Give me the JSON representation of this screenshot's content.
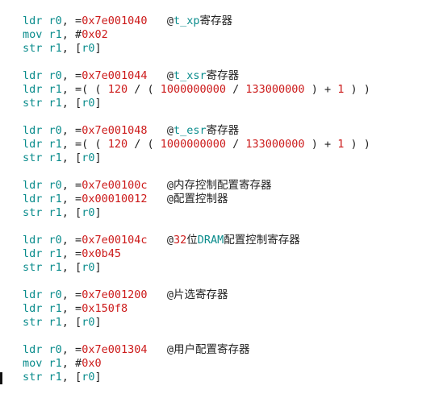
{
  "colors": {
    "keyword": "#0a8c8c",
    "register": "#0a8c8c",
    "number": "#cc1a1a",
    "text": "#222222",
    "background": "#ffffff"
  },
  "lines": [
    [
      {
        "t": "kw",
        "v": "ldr"
      },
      {
        "t": "plain",
        "v": " "
      },
      {
        "t": "reg",
        "v": "r0"
      },
      {
        "t": "plain",
        "v": ", ="
      },
      {
        "t": "num",
        "v": "0x7e001040"
      },
      {
        "t": "plain",
        "v": "   "
      },
      {
        "t": "comment",
        "v": "@"
      },
      {
        "t": "commentid",
        "v": "t_xp"
      },
      {
        "t": "comment",
        "v": "寄存器"
      }
    ],
    [
      {
        "t": "kw",
        "v": "mov"
      },
      {
        "t": "plain",
        "v": " "
      },
      {
        "t": "reg",
        "v": "r1"
      },
      {
        "t": "plain",
        "v": ", #"
      },
      {
        "t": "num",
        "v": "0x02"
      }
    ],
    [
      {
        "t": "kw",
        "v": "str"
      },
      {
        "t": "plain",
        "v": " "
      },
      {
        "t": "reg",
        "v": "r1"
      },
      {
        "t": "plain",
        "v": ", ["
      },
      {
        "t": "reg",
        "v": "r0"
      },
      {
        "t": "plain",
        "v": "]"
      }
    ],
    [],
    [
      {
        "t": "kw",
        "v": "ldr"
      },
      {
        "t": "plain",
        "v": " "
      },
      {
        "t": "reg",
        "v": "r0"
      },
      {
        "t": "plain",
        "v": ", ="
      },
      {
        "t": "num",
        "v": "0x7e001044"
      },
      {
        "t": "plain",
        "v": "   "
      },
      {
        "t": "comment",
        "v": "@"
      },
      {
        "t": "commentid",
        "v": "t_xsr"
      },
      {
        "t": "comment",
        "v": "寄存器"
      }
    ],
    [
      {
        "t": "kw",
        "v": "ldr"
      },
      {
        "t": "plain",
        "v": " "
      },
      {
        "t": "reg",
        "v": "r1"
      },
      {
        "t": "plain",
        "v": ", =( ( "
      },
      {
        "t": "num",
        "v": "120"
      },
      {
        "t": "plain",
        "v": " / ( "
      },
      {
        "t": "num",
        "v": "1000000000"
      },
      {
        "t": "plain",
        "v": " / "
      },
      {
        "t": "num",
        "v": "133000000"
      },
      {
        "t": "plain",
        "v": " ) + "
      },
      {
        "t": "num",
        "v": "1"
      },
      {
        "t": "plain",
        "v": " ) )"
      }
    ],
    [
      {
        "t": "kw",
        "v": "str"
      },
      {
        "t": "plain",
        "v": " "
      },
      {
        "t": "reg",
        "v": "r1"
      },
      {
        "t": "plain",
        "v": ", ["
      },
      {
        "t": "reg",
        "v": "r0"
      },
      {
        "t": "plain",
        "v": "]"
      }
    ],
    [],
    [
      {
        "t": "kw",
        "v": "ldr"
      },
      {
        "t": "plain",
        "v": " "
      },
      {
        "t": "reg",
        "v": "r0"
      },
      {
        "t": "plain",
        "v": ", ="
      },
      {
        "t": "num",
        "v": "0x7e001048"
      },
      {
        "t": "plain",
        "v": "   "
      },
      {
        "t": "comment",
        "v": "@"
      },
      {
        "t": "commentid",
        "v": "t_esr"
      },
      {
        "t": "comment",
        "v": "寄存器"
      }
    ],
    [
      {
        "t": "kw",
        "v": "ldr"
      },
      {
        "t": "plain",
        "v": " "
      },
      {
        "t": "reg",
        "v": "r1"
      },
      {
        "t": "plain",
        "v": ", =( ( "
      },
      {
        "t": "num",
        "v": "120"
      },
      {
        "t": "plain",
        "v": " / ( "
      },
      {
        "t": "num",
        "v": "1000000000"
      },
      {
        "t": "plain",
        "v": " / "
      },
      {
        "t": "num",
        "v": "133000000"
      },
      {
        "t": "plain",
        "v": " ) + "
      },
      {
        "t": "num",
        "v": "1"
      },
      {
        "t": "plain",
        "v": " ) )"
      }
    ],
    [
      {
        "t": "kw",
        "v": "str"
      },
      {
        "t": "plain",
        "v": " "
      },
      {
        "t": "reg",
        "v": "r1"
      },
      {
        "t": "plain",
        "v": ", ["
      },
      {
        "t": "reg",
        "v": "r0"
      },
      {
        "t": "plain",
        "v": "]"
      }
    ],
    [],
    [
      {
        "t": "kw",
        "v": "ldr"
      },
      {
        "t": "plain",
        "v": " "
      },
      {
        "t": "reg",
        "v": "r0"
      },
      {
        "t": "plain",
        "v": ", ="
      },
      {
        "t": "num",
        "v": "0x7e00100c"
      },
      {
        "t": "plain",
        "v": "   "
      },
      {
        "t": "comment",
        "v": "@内存控制配置寄存器"
      }
    ],
    [
      {
        "t": "kw",
        "v": "ldr"
      },
      {
        "t": "plain",
        "v": " "
      },
      {
        "t": "reg",
        "v": "r1"
      },
      {
        "t": "plain",
        "v": ", ="
      },
      {
        "t": "num",
        "v": "0x00010012"
      },
      {
        "t": "plain",
        "v": "   "
      },
      {
        "t": "comment",
        "v": "@配置控制器"
      }
    ],
    [
      {
        "t": "kw",
        "v": "str"
      },
      {
        "t": "plain",
        "v": " "
      },
      {
        "t": "reg",
        "v": "r1"
      },
      {
        "t": "plain",
        "v": ", ["
      },
      {
        "t": "reg",
        "v": "r0"
      },
      {
        "t": "plain",
        "v": "]"
      }
    ],
    [],
    [
      {
        "t": "kw",
        "v": "ldr"
      },
      {
        "t": "plain",
        "v": " "
      },
      {
        "t": "reg",
        "v": "r0"
      },
      {
        "t": "plain",
        "v": ", ="
      },
      {
        "t": "num",
        "v": "0x7e00104c"
      },
      {
        "t": "plain",
        "v": "   "
      },
      {
        "t": "comment",
        "v": "@"
      },
      {
        "t": "num",
        "v": "32"
      },
      {
        "t": "comment",
        "v": "位"
      },
      {
        "t": "commentid",
        "v": "DRAM"
      },
      {
        "t": "comment",
        "v": "配置控制寄存器"
      }
    ],
    [
      {
        "t": "kw",
        "v": "ldr"
      },
      {
        "t": "plain",
        "v": " "
      },
      {
        "t": "reg",
        "v": "r1"
      },
      {
        "t": "plain",
        "v": ", ="
      },
      {
        "t": "num",
        "v": "0x0b45"
      }
    ],
    [
      {
        "t": "kw",
        "v": "str"
      },
      {
        "t": "plain",
        "v": " "
      },
      {
        "t": "reg",
        "v": "r1"
      },
      {
        "t": "plain",
        "v": ", ["
      },
      {
        "t": "reg",
        "v": "r0"
      },
      {
        "t": "plain",
        "v": "]"
      }
    ],
    [],
    [
      {
        "t": "kw",
        "v": "ldr"
      },
      {
        "t": "plain",
        "v": " "
      },
      {
        "t": "reg",
        "v": "r0"
      },
      {
        "t": "plain",
        "v": ", ="
      },
      {
        "t": "num",
        "v": "0x7e001200"
      },
      {
        "t": "plain",
        "v": "   "
      },
      {
        "t": "comment",
        "v": "@片选寄存器"
      }
    ],
    [
      {
        "t": "kw",
        "v": "ldr"
      },
      {
        "t": "plain",
        "v": " "
      },
      {
        "t": "reg",
        "v": "r1"
      },
      {
        "t": "plain",
        "v": ", ="
      },
      {
        "t": "num",
        "v": "0x150f8"
      }
    ],
    [
      {
        "t": "kw",
        "v": "str"
      },
      {
        "t": "plain",
        "v": " "
      },
      {
        "t": "reg",
        "v": "r1"
      },
      {
        "t": "plain",
        "v": ", ["
      },
      {
        "t": "reg",
        "v": "r0"
      },
      {
        "t": "plain",
        "v": "]"
      }
    ],
    [],
    [
      {
        "t": "kw",
        "v": "ldr"
      },
      {
        "t": "plain",
        "v": " "
      },
      {
        "t": "reg",
        "v": "r0"
      },
      {
        "t": "plain",
        "v": ", ="
      },
      {
        "t": "num",
        "v": "0x7e001304"
      },
      {
        "t": "plain",
        "v": "   "
      },
      {
        "t": "comment",
        "v": "@用户配置寄存器"
      }
    ],
    [
      {
        "t": "kw",
        "v": "mov"
      },
      {
        "t": "plain",
        "v": " "
      },
      {
        "t": "reg",
        "v": "r1"
      },
      {
        "t": "plain",
        "v": ", #"
      },
      {
        "t": "num",
        "v": "0x0"
      }
    ],
    [
      {
        "t": "kw",
        "v": "str"
      },
      {
        "t": "plain",
        "v": " "
      },
      {
        "t": "reg",
        "v": "r1"
      },
      {
        "t": "plain",
        "v": ", ["
      },
      {
        "t": "reg",
        "v": "r0"
      },
      {
        "t": "plain",
        "v": "]"
      }
    ]
  ]
}
